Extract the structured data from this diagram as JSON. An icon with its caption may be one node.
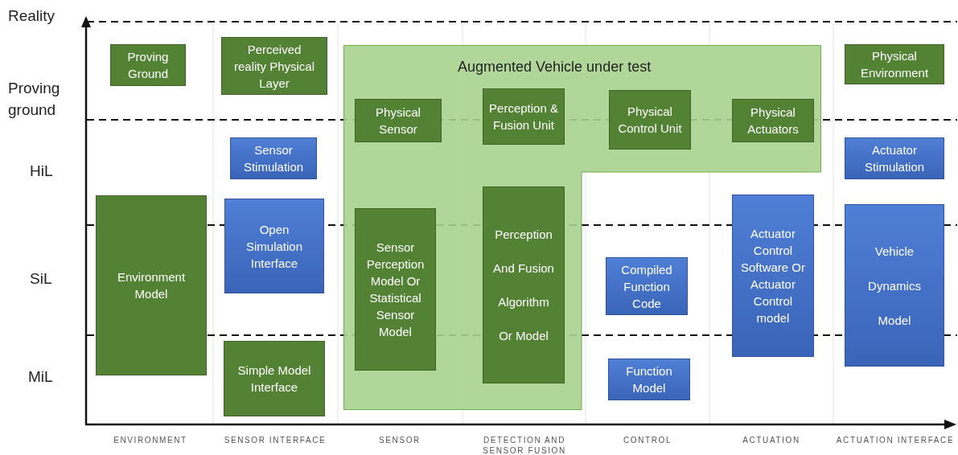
{
  "diagram": {
    "nodes": [
      {
        "text": [
          "Proving Ground"
        ]
      },
      {
        "text": [
          "Perceived reality Physical Layer"
        ]
      },
      {
        "text": [
          "Augmented Vehicle under test"
        ]
      },
      {
        "text": [
          "Physical Sensor"
        ],
        "in": 2
      },
      {
        "text": [
          "Perception & Fusion Unit"
        ],
        "in": 2
      },
      {
        "text": [
          "Physical Control Unit"
        ],
        "in": 2
      },
      {
        "text": [
          "Physical Actuators"
        ],
        "in": 2
      },
      {
        "text": [
          "Physical Environment"
        ]
      },
      {
        "text": [
          "Sensor Stimulation"
        ]
      },
      {
        "text": [
          "Actuator Stimulation"
        ]
      },
      {
        "text": [
          "Environment Model"
        ]
      },
      {
        "text": [
          "Open Simulation Interface"
        ]
      },
      {
        "text": [
          "Sensor Perception Model Or Statistical Sensor Model"
        ],
        "in": 2
      },
      {
        "text": [
          "Perception And Fusion Algorithm Or Model"
        ],
        "in": 2
      },
      {
        "text": [
          "Compiled Function Code"
        ]
      },
      {
        "text": [
          "Actuator Control Software Or Actuator Control model"
        ]
      },
      {
        "text": [
          "Vehicle Dynamics Model"
        ]
      },
      {
        "text": [
          "Simple Model Interface"
        ]
      },
      {
        "text": [
          "Function Model"
        ]
      }
    ],
    "labels": [
      "Reality",
      "Proving ground",
      "HiL",
      "SiL",
      "MiL",
      "ENVIRONMENT",
      "SENSOR INTERFACE",
      "SENSOR",
      "DETECTION AND SENSOR FUSION",
      "CONTROL",
      "ACTUATION",
      "ACTUATION INTERFACE"
    ]
  }
}
